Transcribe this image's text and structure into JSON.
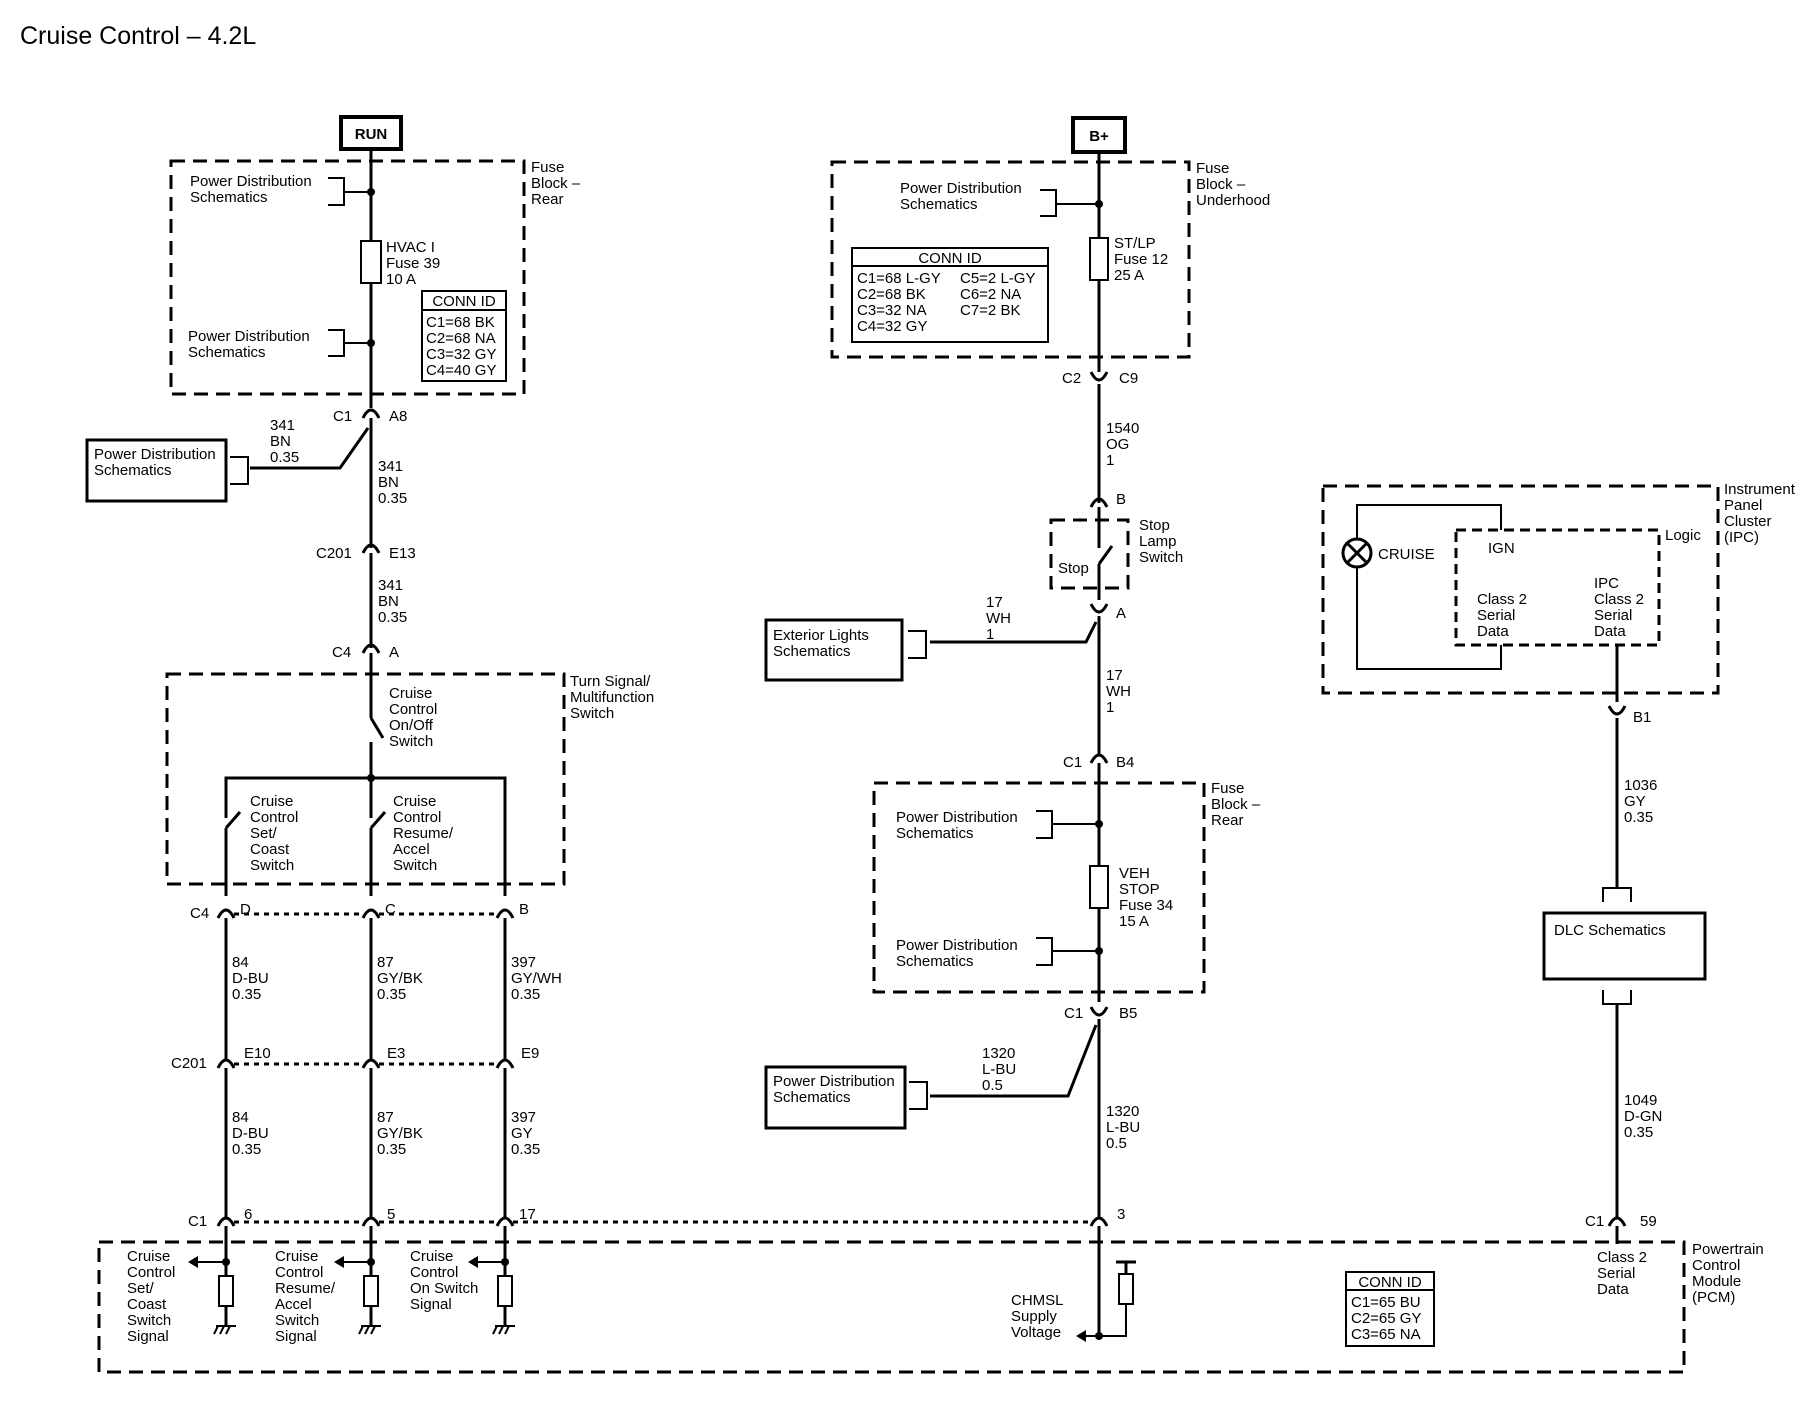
{
  "title": "Cruise Control – 4.2L",
  "sources": {
    "run": "RUN",
    "bplus": "B+"
  },
  "pds": "Power Distribution Schematics",
  "pds_line1": "Power Distribution",
  "pds_line2": "Schematics",
  "ext_lights": [
    "Exterior Lights",
    "Schematics"
  ],
  "dlc": "DLC Schematics",
  "fuse_blocks": {
    "rear": [
      "Fuse",
      "Block –",
      "Rear"
    ],
    "underhood": [
      "Fuse",
      "Block –",
      "Underhood"
    ]
  },
  "fuses": {
    "hvac": [
      "HVAC I",
      "Fuse 39",
      "10 A"
    ],
    "stlp": [
      "ST/LP",
      "Fuse 12",
      "25 A"
    ],
    "veh": [
      "VEH",
      "STOP",
      "Fuse 34",
      "15 A"
    ]
  },
  "conn_id": {
    "title": "CONN ID",
    "rear": [
      "C1=68 BK",
      "C2=68 NA",
      "C3=32 GY",
      "C4=40 GY"
    ],
    "underhood_left": [
      "C1=68 L-GY",
      "C2=68 BK",
      "C3=32 NA",
      "C4=32 GY"
    ],
    "underhood_right": [
      "C5=2 L-GY",
      "C6=2 NA",
      "C7=2 BK"
    ],
    "pcm": [
      "C1=65 BU",
      "C2=65 GY",
      "C3=65 NA"
    ]
  },
  "wires": {
    "w341_a": [
      "341",
      "BN",
      "0.35"
    ],
    "w341_b": [
      "341",
      "BN",
      "0.35"
    ],
    "w341_c": [
      "341",
      "BN",
      "0.35"
    ],
    "w1540": [
      "1540",
      "OG",
      "1"
    ],
    "w17_a": [
      "17",
      "WH",
      "1"
    ],
    "w17_b": [
      "17",
      "WH",
      "1"
    ],
    "w1320_a": [
      "1320",
      "L-BU",
      "0.5"
    ],
    "w1320_b": [
      "1320",
      "L-BU",
      "0.5"
    ],
    "w84_a": [
      "84",
      "D-BU",
      "0.35"
    ],
    "w87_a": [
      "87",
      "GY/BK",
      "0.35"
    ],
    "w397_a": [
      "397",
      "GY/WH",
      "0.35"
    ],
    "w84_b": [
      "84",
      "D-BU",
      "0.35"
    ],
    "w87_b": [
      "87",
      "GY/BK",
      "0.35"
    ],
    "w397_b": [
      "397",
      "GY",
      "0.35"
    ],
    "w1036": [
      "1036",
      "GY",
      "0.35"
    ],
    "w1049": [
      "1049",
      "D-GN",
      "0.35"
    ]
  },
  "connectors": {
    "c1_a8": [
      "C1",
      "A8"
    ],
    "c201_e13": [
      "C201",
      "E13"
    ],
    "c4_a": [
      "C4",
      "A"
    ],
    "c4": "C4",
    "c4_d": "D",
    "c4_c": "C",
    "c4_b": "B",
    "c201": "C201",
    "c201_e10": "E10",
    "c201_e3": "E3",
    "c201_e9": "E9",
    "c1": "C1",
    "c1_6": "6",
    "c1_5": "5",
    "c1_17": "17",
    "c2_c9": [
      "C2",
      "C9"
    ],
    "stop_b": "B",
    "stop_a": "A",
    "c1_b4": [
      "C1",
      "B4"
    ],
    "c1_b5": [
      "C1",
      "B5"
    ],
    "pcm_3": "3",
    "b1": "B1",
    "c1_59": [
      "C1",
      "59"
    ]
  },
  "components": {
    "turn_signal": [
      "Turn Signal/",
      "Multifunction",
      "Switch"
    ],
    "on_off": [
      "Cruise",
      "Control",
      "On/Off",
      "Switch"
    ],
    "set_coast": [
      "Cruise",
      "Control",
      "Set/",
      "Coast",
      "Switch"
    ],
    "resume_accel": [
      "Cruise",
      "Control",
      "Resume/",
      "Accel",
      "Switch"
    ],
    "stop_lamp": [
      "Stop",
      "Lamp",
      "Switch"
    ],
    "stop_label": "Stop",
    "ipc": [
      "Instrument",
      "Panel",
      "Cluster",
      "(IPC)"
    ],
    "logic": "Logic",
    "cruise_lamp": "CRUISE",
    "ign": "IGN",
    "class2_left": [
      "Class 2",
      "Serial",
      "Data"
    ],
    "class2_right": [
      "IPC",
      "Class 2",
      "Serial",
      "Data"
    ],
    "pcm": [
      "Powertrain",
      "Control",
      "Module",
      "(PCM)"
    ],
    "sig_set": [
      "Cruise",
      "Control",
      "Set/",
      "Coast",
      "Switch",
      "Signal"
    ],
    "sig_resume": [
      "Cruise",
      "Control",
      "Resume/",
      "Accel",
      "Switch",
      "Signal"
    ],
    "sig_on": [
      "Cruise",
      "Control",
      "On Switch",
      "Signal"
    ],
    "chmsl": [
      "CHMSL",
      "Supply",
      "Voltage"
    ],
    "pcm_class2": [
      "Class 2",
      "Serial",
      "Data"
    ]
  }
}
